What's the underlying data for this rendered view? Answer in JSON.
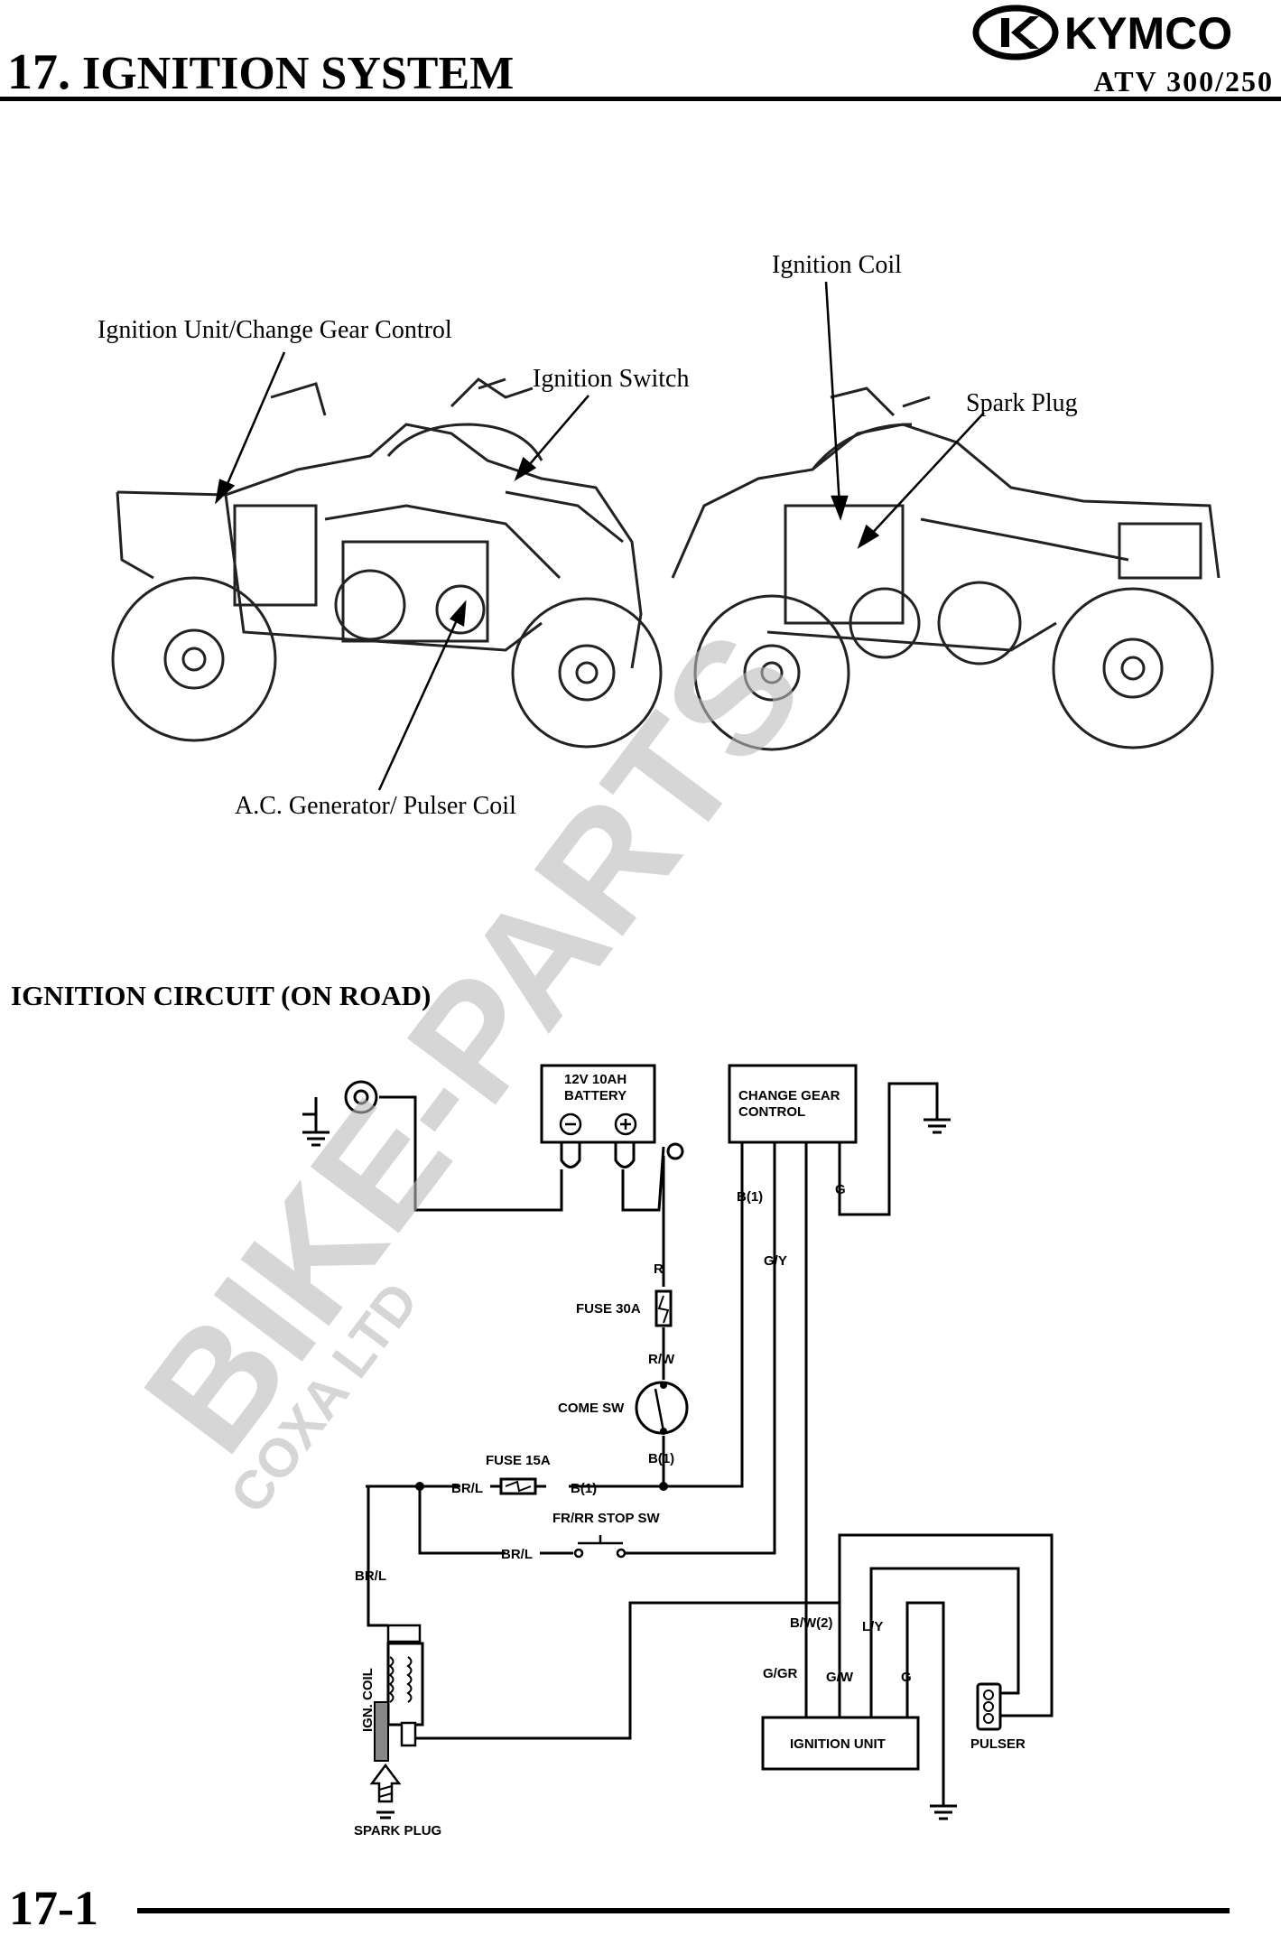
{
  "header": {
    "chapter_number": "17.",
    "chapter_title": "IGNITION SYSTEM",
    "brand": "KYMCO",
    "model": "ATV 300/250"
  },
  "figure": {
    "callouts": {
      "ignition_unit": "Ignition Unit/Change Gear Control",
      "ignition_switch": "Ignition Switch",
      "ignition_coil": "Ignition Coil",
      "spark_plug": "Spark Plug",
      "ac_generator": "A.C. Generator/ Pulser Coil"
    }
  },
  "circuit": {
    "title": "IGNITION CIRCUIT (ON ROAD)",
    "components": {
      "battery_line1": "12V 10AH",
      "battery_line2": "BATTERY",
      "change_gear_line1": "CHANGE GEAR",
      "change_gear_line2": "CONTROL",
      "fuse30": "FUSE 30A",
      "come_sw": "COME SW",
      "fuse15": "FUSE 15A",
      "stop_sw": "FR/RR STOP SW",
      "ign_coil": "IGN. COIL",
      "spark_plug": "SPARK PLUG",
      "ignition_unit": "IGNITION UNIT",
      "pulser": "PULSER"
    },
    "wires": {
      "r": "R",
      "rw": "R/W",
      "b1_top": "B(1)",
      "b1_mid": "B(1)",
      "b1_fuse": "B(1)",
      "g_top": "G",
      "gy": "G/Y",
      "brl_fuse": "BR/L",
      "brl_sw": "BR/L",
      "brl_coil": "BR/L",
      "bw2": "B/W(2)",
      "ly": "L/Y",
      "ggr": "G/GR",
      "gw": "G/W",
      "g_unit": "G"
    }
  },
  "watermark": {
    "main": "BIKE-PARTS",
    "sub": "COXA LTD"
  },
  "footer": {
    "page": "17-1"
  }
}
